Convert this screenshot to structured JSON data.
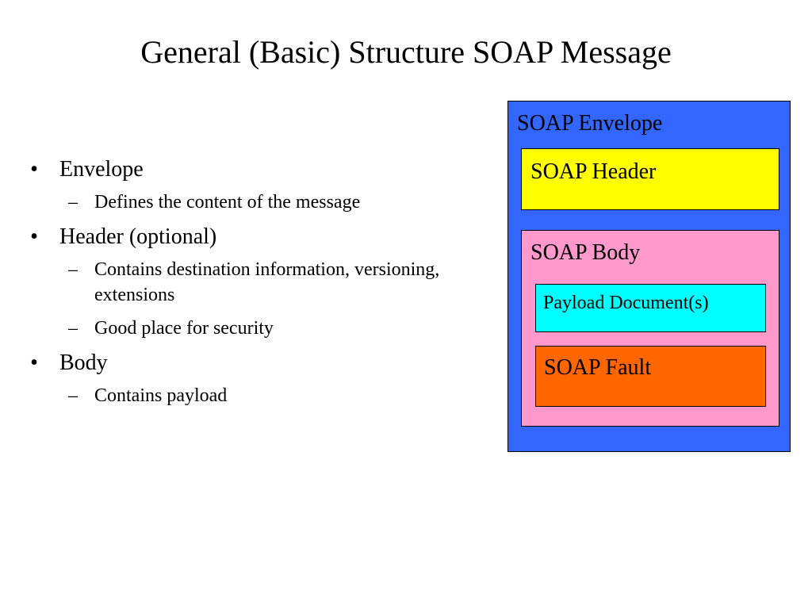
{
  "title": "General (Basic) Structure SOAP Message",
  "bullets": [
    {
      "text": "Envelope",
      "subs": [
        "Defines the content of the message"
      ]
    },
    {
      "text": "Header (optional)",
      "subs": [
        "Contains destination information, versioning, extensions",
        "Good place for security"
      ]
    },
    {
      "text": "Body",
      "subs": [
        "Contains payload"
      ]
    }
  ],
  "bullet_glyph": "•",
  "sub_glyph": "–",
  "diagram": {
    "envelope": {
      "label": "SOAP Envelope",
      "color": "#3366ff"
    },
    "header": {
      "label": "SOAP Header",
      "color": "#ffff00"
    },
    "body": {
      "label": "SOAP Body",
      "color": "#ff99cc"
    },
    "payload": {
      "label": "Payload Document(s)",
      "color": "#00ffff"
    },
    "fault": {
      "label": "SOAP Fault",
      "color": "#ff6600"
    }
  }
}
